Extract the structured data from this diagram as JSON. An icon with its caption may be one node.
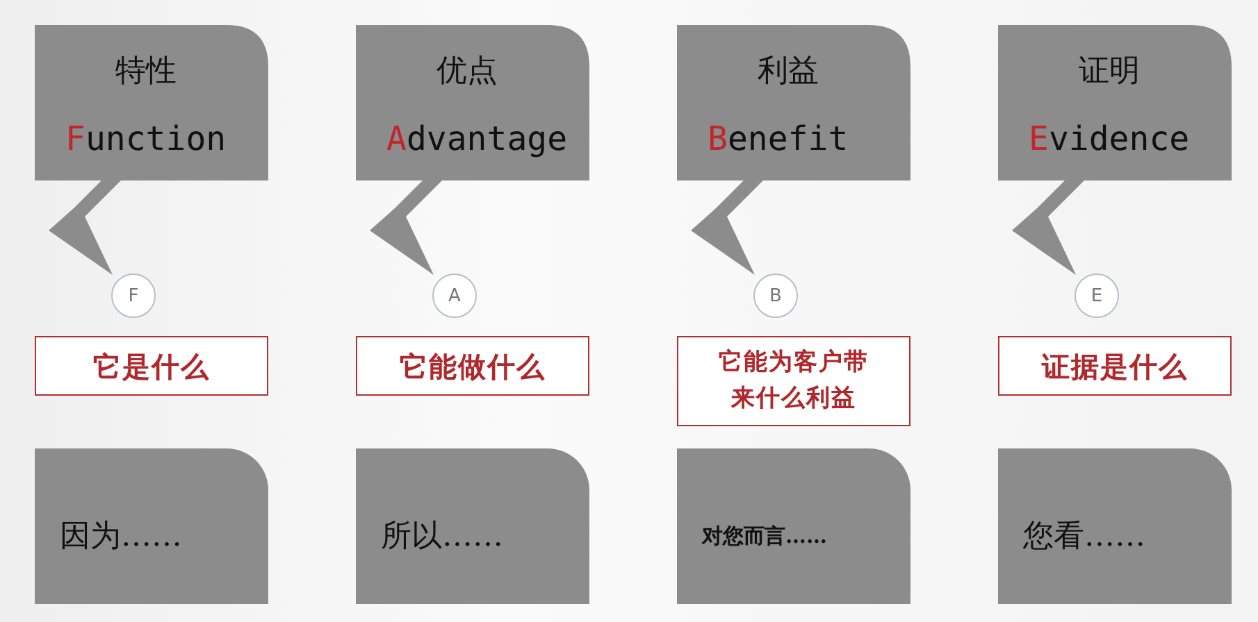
{
  "diagram": {
    "nodes": [
      {
        "text": [
          "特性",
          "Function"
        ]
      },
      {
        "text": [
          "优点",
          "Advantage"
        ]
      },
      {
        "text": [
          "利益",
          "Benefit"
        ]
      },
      {
        "text": [
          "证明",
          "Evidence"
        ]
      },
      {
        "text": [
          "F"
        ]
      },
      {
        "text": [
          "A"
        ]
      },
      {
        "text": [
          "B"
        ]
      },
      {
        "text": [
          "E"
        ]
      },
      {
        "text": [
          "它是什么"
        ]
      },
      {
        "text": [
          "它能做什么"
        ]
      },
      {
        "text": [
          "它能为客户带来什么利益"
        ]
      },
      {
        "text": [
          "证据是什么"
        ]
      },
      {
        "text": [
          "因为……"
        ]
      },
      {
        "text": [
          "所以……"
        ]
      },
      {
        "text": [
          "对您而言……"
        ]
      },
      {
        "text": [
          "您看……"
        ]
      }
    ]
  }
}
